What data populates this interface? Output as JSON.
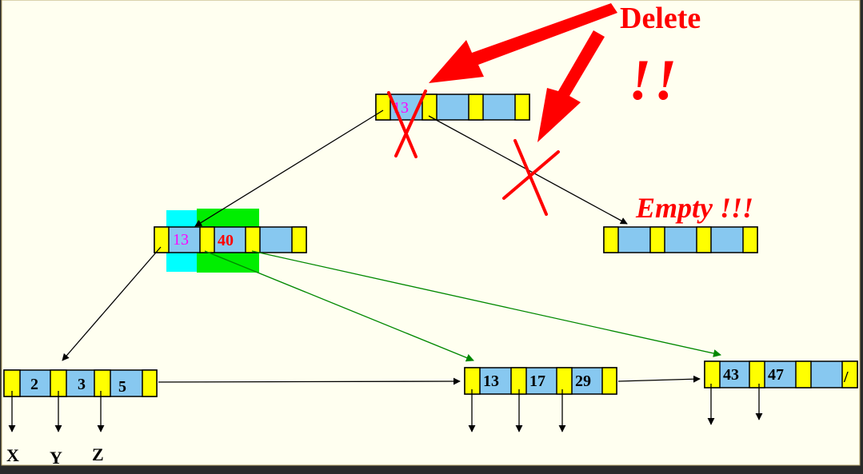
{
  "annotations": {
    "delete": "Delete",
    "exclaim": "!!",
    "empty": "Empty !!!"
  },
  "colors": {
    "background": "#fffff0",
    "frame": "#2a2a2a",
    "pointer_cell": "#ffff00",
    "key_cell": "#87c8f0",
    "delete_mark": "#ff0000",
    "deleted_key": "#ff00ff",
    "highlight_left": "#00ffff",
    "highlight_right": "#00ee00",
    "new_edge": "#008800",
    "edge": "#000000"
  },
  "nodes": {
    "root": {
      "keys": [
        "13",
        "",
        ""
      ]
    },
    "left": {
      "keys": [
        "13",
        "40",
        ""
      ]
    },
    "right": {
      "keys": [
        "",
        "",
        ""
      ]
    },
    "leaf1": {
      "keys": [
        "2",
        "3",
        "5"
      ]
    },
    "leaf2": {
      "keys": [
        "13",
        "17",
        "29"
      ]
    },
    "leaf3": {
      "keys": [
        "43",
        "47",
        ""
      ],
      "end_marker": "/"
    }
  },
  "leaf_labels": [
    "X",
    "Y",
    "Z"
  ]
}
